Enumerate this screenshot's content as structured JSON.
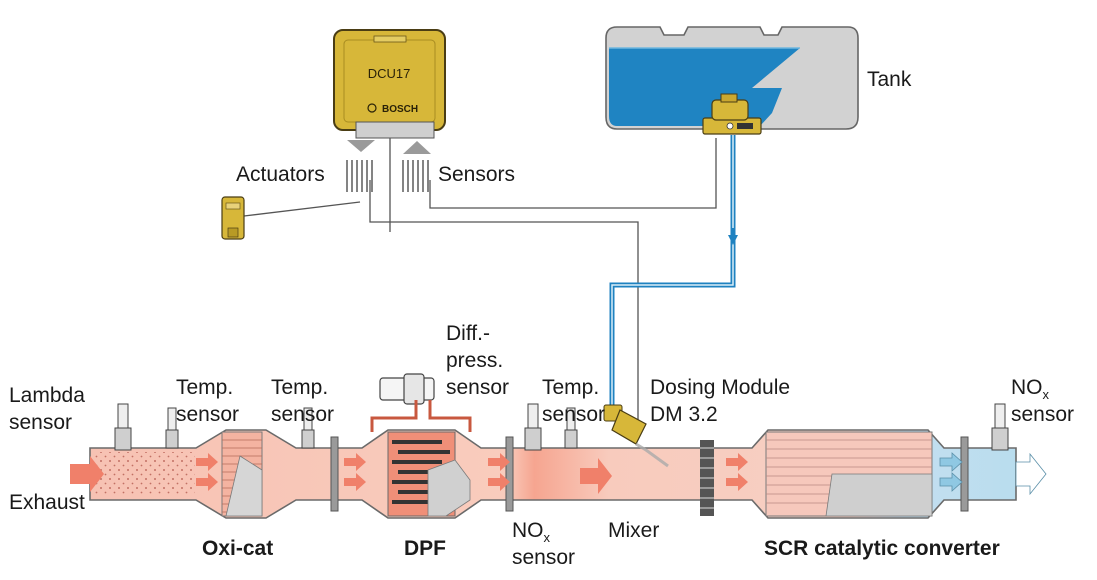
{
  "ecu": {
    "model": "DCU17",
    "brand": "BOSCH"
  },
  "labels": {
    "tank": "Tank",
    "actuators": "Actuators",
    "sensors": "Sensors",
    "lambda_sensor_1": "Lambda",
    "lambda_sensor_2": "sensor",
    "temp1_1": "Temp.",
    "temp1_2": "sensor",
    "temp2_1": "Temp.",
    "temp2_2": "sensor",
    "diff_1": "Diff.-",
    "diff_2": "press.",
    "diff_3": "sensor",
    "temp3_1": "Temp.",
    "temp3_2": "sensor",
    "dosing_1": "Dosing Module",
    "dosing_2": "DM 3.2",
    "nox_right_main": "NO",
    "nox_right_sub": "x",
    "nox_right_2": "sensor",
    "exhaust": "Exhaust",
    "oxicat": "Oxi-cat",
    "dpf": "DPF",
    "nox_mid_main": "NO",
    "nox_mid_sub": "x",
    "nox_mid_2": "sensor",
    "mixer": "Mixer",
    "scr": "SCR catalytic converter"
  },
  "colors": {
    "exhaust_pink": "#f7c4b4",
    "arrow_salmon": "#f08a72",
    "clean_blue": "#bde0ee",
    "adblue": "#1f82c0",
    "grey": "#a6a6a6",
    "ecu_yellow": "#d8b93a"
  }
}
